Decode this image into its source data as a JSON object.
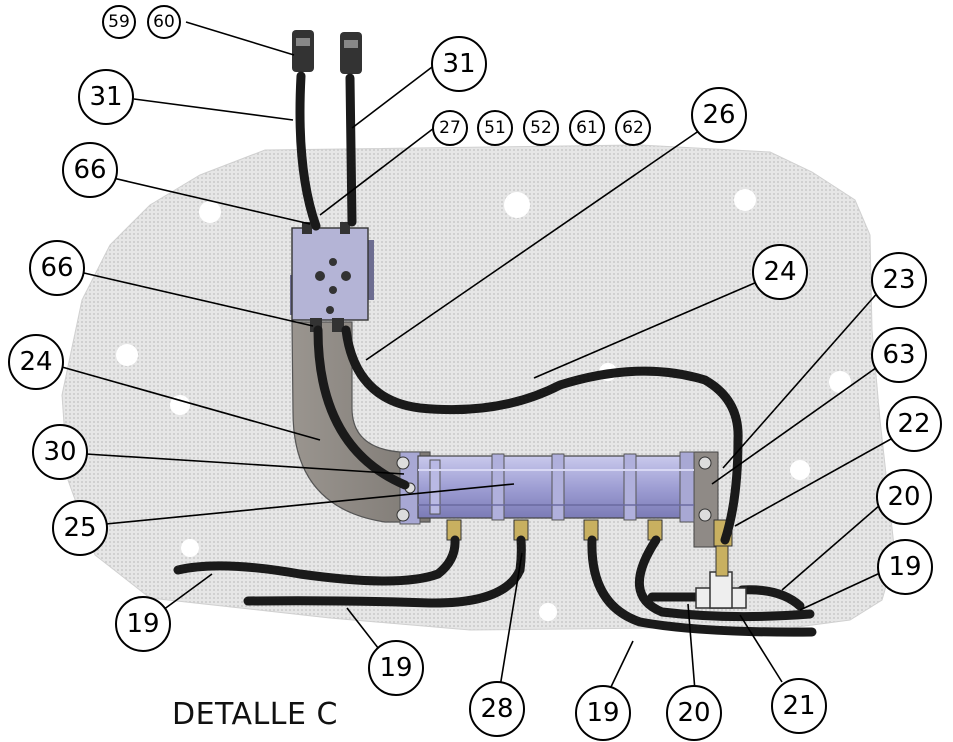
{
  "detail_label": "DETALLE C",
  "balloons": {
    "b59": "59",
    "b60": "60",
    "b31a": "31",
    "b31b": "31",
    "b27": "27",
    "b51": "51",
    "b52": "52",
    "b61": "61",
    "b62": "62",
    "b26": "26",
    "b66a": "66",
    "b66b": "66",
    "b24a": "24",
    "b24b": "24",
    "b23": "23",
    "b63": "63",
    "b22": "22",
    "b30": "30",
    "b25": "25",
    "b20a": "20",
    "b20b": "20",
    "b19a": "19",
    "b19b": "19",
    "b19c": "19",
    "b19d": "19",
    "b28": "28",
    "b21": "21"
  },
  "colors": {
    "plate": "#dcdcdc",
    "manifold": "#a8a8d8",
    "block": "#b4b4d6",
    "bracket": "#8f8a86",
    "hose": "#1a1a1a",
    "brass": "#c8b060"
  }
}
